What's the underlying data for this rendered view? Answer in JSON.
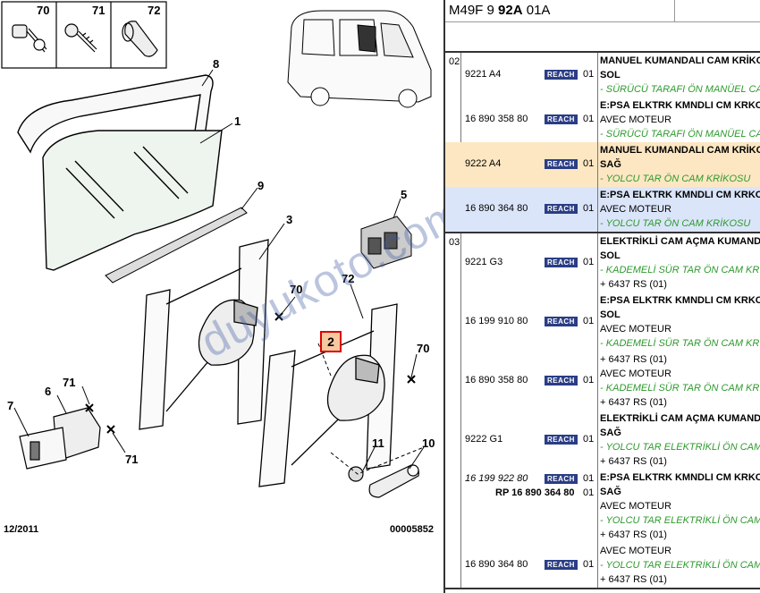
{
  "diagram": {
    "callouts": [
      "70",
      "71",
      "72",
      "8",
      "1",
      "9",
      "5",
      "3",
      "70",
      "72",
      "2",
      "70",
      "6",
      "71",
      "7",
      "71",
      "11",
      "10"
    ],
    "highlighted_callout": "2",
    "date_code": "12/2011",
    "ref_code": "00005852",
    "watermark": "duyukoto.com"
  },
  "panel": {
    "title_pre": "M49F 9 ",
    "title_bold": "92A",
    "title_post": " 01A",
    "reach_label": "REACH",
    "groups": [
      {
        "num": "02",
        "rows": [
          {
            "pn": "9221 A4",
            "qty": "01",
            "lines": [
              {
                "t": "MANUEL KUMANDALI CAM KRİKOSU",
                "s": "b"
              },
              {
                "t": "SOL",
                "s": "b"
              },
              {
                "t": "- SÜRÜCÜ TARAFI ÖN MANÜEL CAM",
                "s": "g"
              }
            ]
          },
          {
            "pn": "16 890 358 80",
            "qty": "01",
            "lines": [
              {
                "t": "E:PSA ELKTRK KMNDLI CM KRKOSU",
                "s": "b"
              },
              {
                "t": "AVEC MOTEUR",
                "s": ""
              },
              {
                "t": "- SÜRÜCÜ TARAFI ÖN MANÜEL CAM",
                "s": "g"
              }
            ]
          },
          {
            "pn": "9222 A4",
            "qty": "01",
            "hl": "orange",
            "lines": [
              {
                "t": "MANUEL KUMANDALI CAM KRİKOSU",
                "s": "b"
              },
              {
                "t": "SAĞ",
                "s": "b"
              },
              {
                "t": "- YOLCU TAR ÖN CAM KRİKOSU",
                "s": "g"
              }
            ]
          },
          {
            "pn": "16 890 364 80",
            "qty": "01",
            "hl": "blue",
            "lines": [
              {
                "t": "E:PSA ELKTRK KMNDLI CM KRKOSU",
                "s": "b"
              },
              {
                "t": "AVEC MOTEUR",
                "s": ""
              },
              {
                "t": "- YOLCU TAR ÖN CAM KRİKOSU",
                "s": "g"
              }
            ]
          }
        ]
      },
      {
        "num": "03",
        "rows": [
          {
            "pn": "9221 G3",
            "qty": "01",
            "lines": [
              {
                "t": "ELEKTRİKLİ CAM AÇMA KUMANDASI",
                "s": "b"
              },
              {
                "t": "SOL",
                "s": "b"
              },
              {
                "t": "- KADEMELİ SÜR TAR ÖN CAM KRİKOSU",
                "s": "g"
              },
              {
                "t": "+ 6437 RS (01)",
                "s": ""
              }
            ]
          },
          {
            "pn": "16 199 910 80",
            "qty": "01",
            "lines": [
              {
                "t": "E:PSA ELKTRK KMNDLI CM KRKOSU",
                "s": "b"
              },
              {
                "t": "SOL",
                "s": "b"
              },
              {
                "t": "AVEC MOTEUR",
                "s": ""
              },
              {
                "t": "- KADEMELİ SÜR TAR ÖN CAM KRİKOSU",
                "s": "g"
              }
            ]
          },
          {
            "pn": "16 890 358 80",
            "qty": "01",
            "lines": [
              {
                "t": "+ 6437 RS (01)",
                "s": ""
              },
              {
                "t": "AVEC MOTEUR",
                "s": ""
              },
              {
                "t": "- KADEMELİ SÜR TAR ÖN CAM KRİKOSU",
                "s": "g"
              },
              {
                "t": "+ 6437 RS (01)",
                "s": ""
              }
            ]
          },
          {
            "pn": "9222 G1",
            "qty": "01",
            "lines": [
              {
                "t": "ELEKTRİKLİ CAM AÇMA KUMANDASI",
                "s": "b"
              },
              {
                "t": "SAĞ",
                "s": "b"
              },
              {
                "t": "- YOLCU TAR ELEKTRİKLİ ÖN CAM",
                "s": "g"
              },
              {
                "t": "+ 6437 RS (01)",
                "s": ""
              }
            ]
          },
          {
            "pn": "16 199 922 80",
            "pn2": "RP 16 890 364 80",
            "qty": "01",
            "qty2": "01",
            "italic": true,
            "lines": [
              {
                "t": "E:PSA ELKTRK KMNDLI CM KRKOSU",
                "s": "b"
              },
              {
                "t": "SAĞ",
                "s": "b"
              },
              {
                "t": "AVEC MOTEUR",
                "s": ""
              },
              {
                "t": "- YOLCU TAR ELEKTRİKLİ ÖN CAM",
                "s": "g"
              },
              {
                "t": "+ 6437 RS (01)",
                "s": ""
              }
            ]
          },
          {
            "pn": "16 890 364 80",
            "qty": "01",
            "lines": [
              {
                "t": "AVEC MOTEUR",
                "s": ""
              },
              {
                "t": "- YOLCU TAR ELEKTRİKLİ ÖN CAM",
                "s": "g"
              },
              {
                "t": "+ 6437 RS (01)",
                "s": ""
              }
            ]
          }
        ]
      }
    ]
  }
}
